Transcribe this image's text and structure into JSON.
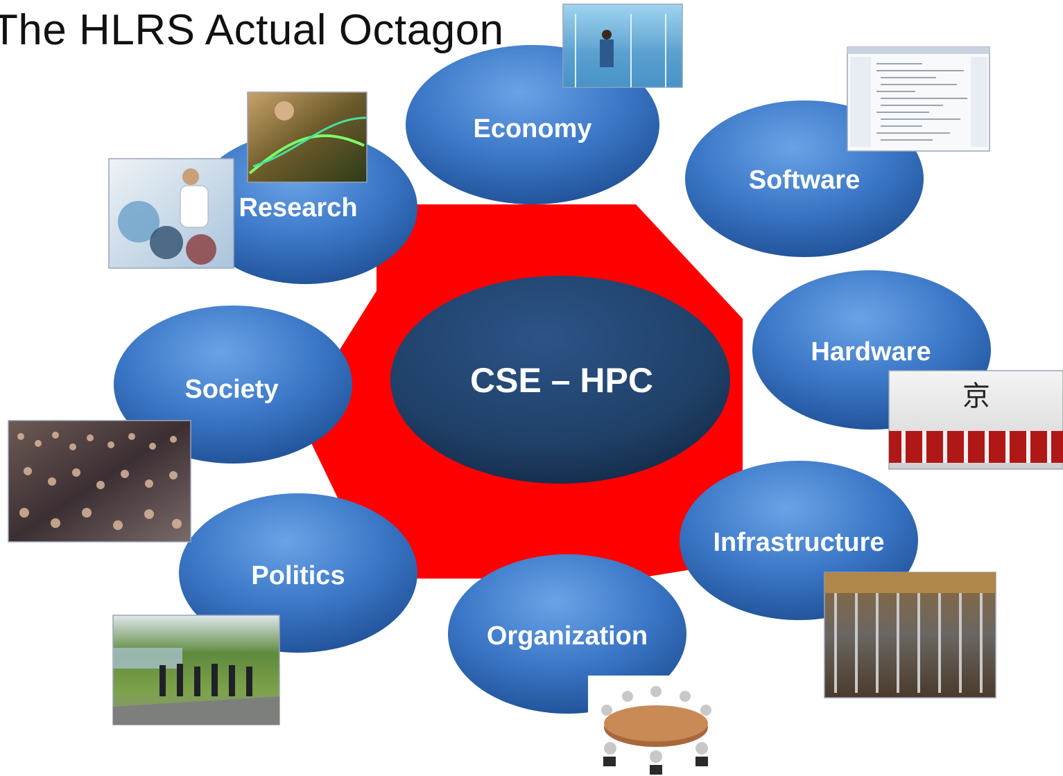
{
  "title": "The HLRS Actual Octagon",
  "center": {
    "label": "CSE – HPC"
  },
  "nodes": [
    {
      "id": "economy",
      "label": "Economy"
    },
    {
      "id": "software",
      "label": "Software"
    },
    {
      "id": "hardware",
      "label": "Hardware"
    },
    {
      "id": "infrastructure",
      "label": "Infrastructure"
    },
    {
      "id": "organization",
      "label": "Organization"
    },
    {
      "id": "politics",
      "label": "Politics"
    },
    {
      "id": "society",
      "label": "Society"
    },
    {
      "id": "research",
      "label": "Research"
    }
  ],
  "colors": {
    "octagon": "#ff0000",
    "ellipse": "#3a76c6",
    "center": "#1f3f66",
    "label": "#ffffff"
  }
}
